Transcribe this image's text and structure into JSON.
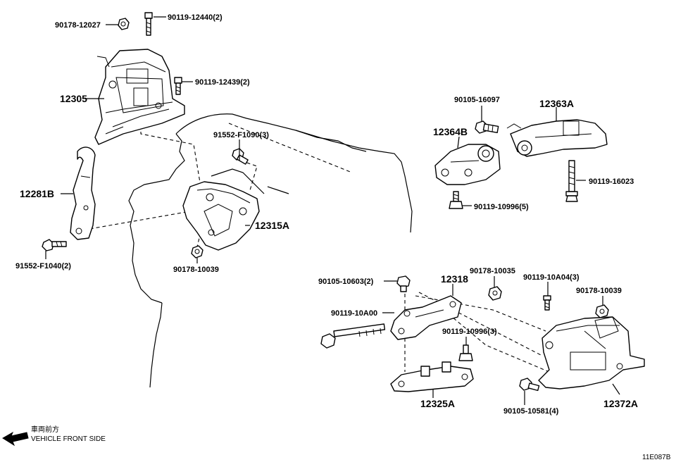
{
  "callouts": {
    "c1": "90178-12027",
    "c2": "90119-12440(2)",
    "c3": "90119-12439(2)",
    "c4": "12305",
    "c5": "91552-F1090(3)",
    "c6": "12281B",
    "c7": "12315A",
    "c8": "91552-F1040(2)",
    "c9": "90178-10039",
    "c10": "90105-16097",
    "c11": "12363A",
    "c12": "12364B",
    "c13": "90119-16023",
    "c14": "90119-10996(5)",
    "c15": "90105-10603(2)",
    "c16": "12318",
    "c17": "90178-10035",
    "c18": "90119-10A04(3)",
    "c19": "90178-10039",
    "c20": "90119-10A00",
    "c21": "90119-10996(3)",
    "c22": "12325A",
    "c23": "12372A",
    "c24": "90105-10581(4)"
  },
  "footer": {
    "direction_jp": "車両前方",
    "direction_en": "VEHICLE FRONT SIDE",
    "figure_code": "11E087B"
  }
}
